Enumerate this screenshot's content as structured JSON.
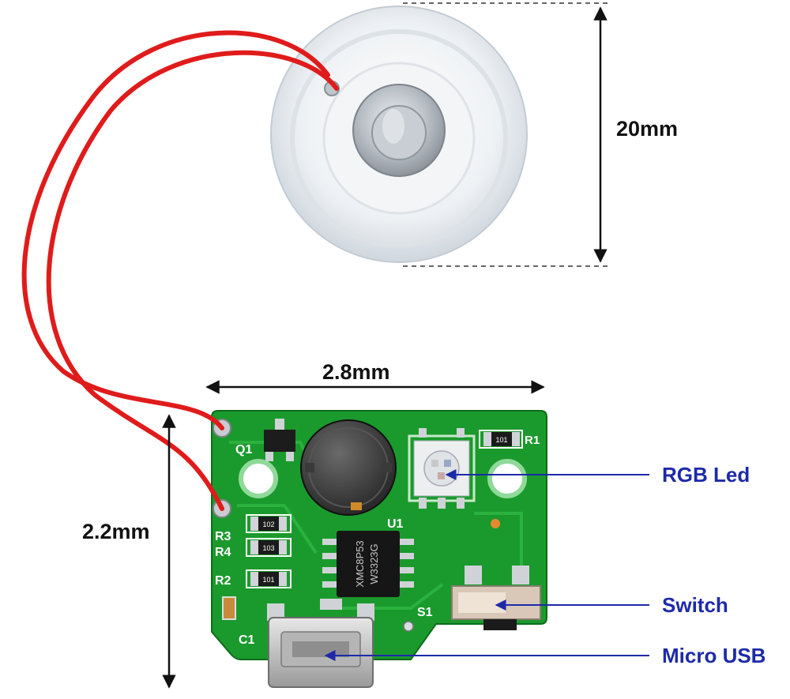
{
  "dimensions": {
    "disc_diameter": "20mm",
    "board_width": "2.8mm",
    "board_height": "2.2mm"
  },
  "callouts": {
    "rgb_led": "RGB Led",
    "switch": "Switch",
    "micro_usb": "Micro USB"
  },
  "silkscreen": {
    "q1": "Q1",
    "u1": "U1",
    "r1": "R1",
    "r2": "R2",
    "r3": "R3",
    "r4": "R4",
    "c1": "C1",
    "s1": "S1",
    "res_101_a": "101",
    "res_102": "102",
    "res_103": "103",
    "res_101_b": "101",
    "chip_line1": "XMC8P53",
    "chip_line2": "W3323G"
  },
  "colors": {
    "pcb": "#1a9a2c",
    "wire": "#e01b1b",
    "callout_text": "#1d2aa8",
    "arrow": "#1d2aa8"
  }
}
